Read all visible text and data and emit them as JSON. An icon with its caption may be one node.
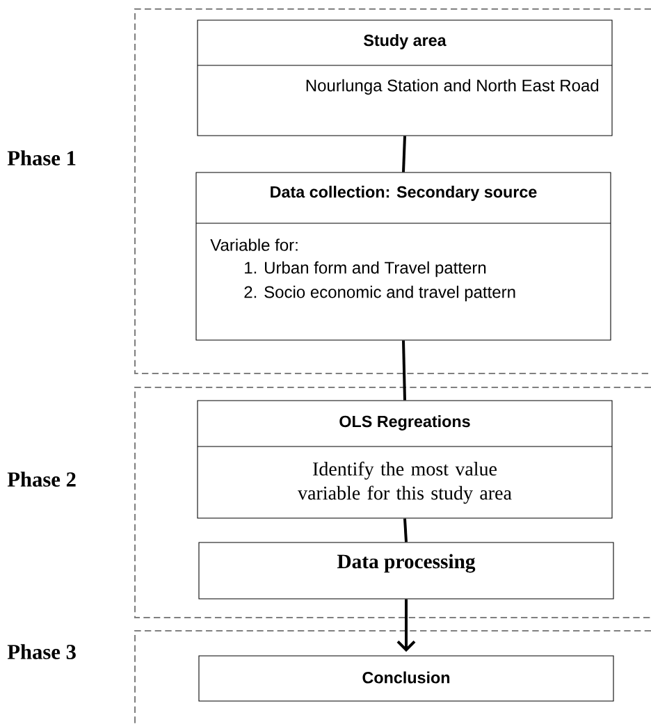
{
  "diagram": {
    "nodes": [
      {
        "text": [
          "Phase 1"
        ]
      },
      {
        "text": [
          "Study area",
          "Nourlunga Station and North East Road"
        ],
        "in": 0
      },
      {
        "text": [
          "Data collection: Secondary source",
          "Variable for:",
          "1. Urban form and Travel pattern",
          "2. Socio economic and travel pattern"
        ],
        "in": 0
      },
      {
        "text": [
          "Phase 2"
        ]
      },
      {
        "text": [
          "OLS Regreations",
          "Identify the most value variable for this study area"
        ],
        "in": 3
      },
      {
        "text": [
          "Data processing"
        ],
        "in": 3
      },
      {
        "text": [
          "Phase 3"
        ]
      },
      {
        "text": [
          "Conclusion"
        ],
        "in": 6
      }
    ],
    "edges": [
      {
        "from": 1,
        "to": 2,
        "arrow": "none"
      },
      {
        "from": 2,
        "to": 4,
        "arrow": "none"
      },
      {
        "from": 4,
        "to": 5,
        "arrow": "none"
      },
      {
        "from": 5,
        "to": 7,
        "arrow": "to"
      }
    ]
  }
}
